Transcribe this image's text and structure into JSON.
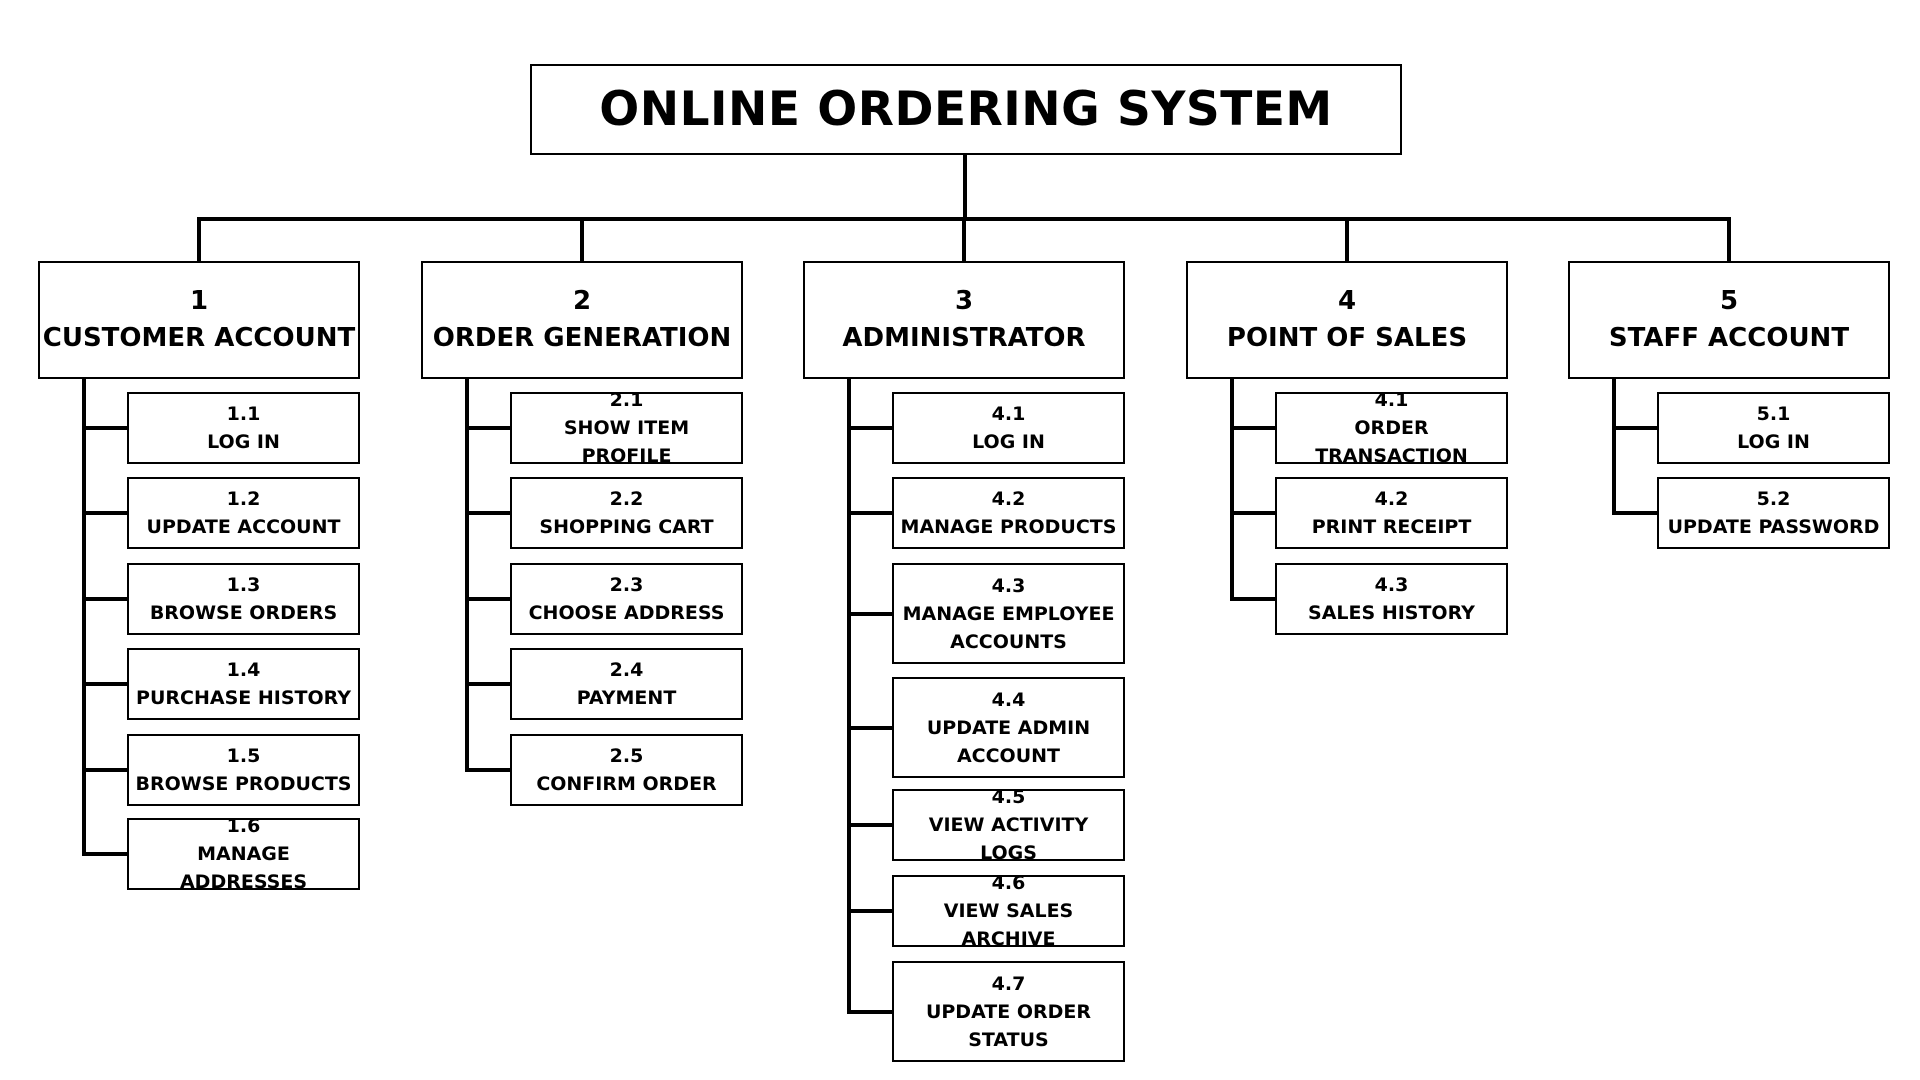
{
  "title": "ONLINE ORDERING SYSTEM",
  "categories": [
    {
      "number": "1",
      "label": "CUSTOMER ACCOUNT",
      "items": [
        {
          "number": "1.1",
          "label": "LOG IN"
        },
        {
          "number": "1.2",
          "label": "UPDATE ACCOUNT"
        },
        {
          "number": "1.3",
          "label": "BROWSE ORDERS"
        },
        {
          "number": "1.4",
          "label": "PURCHASE HISTORY"
        },
        {
          "number": "1.5",
          "label": "BROWSE PRODUCTS"
        },
        {
          "number": "1.6",
          "label": "MANAGE ADDRESSES"
        }
      ]
    },
    {
      "number": "2",
      "label": "ORDER GENERATION",
      "items": [
        {
          "number": "2.1",
          "label": "SHOW ITEM PROFILE"
        },
        {
          "number": "2.2",
          "label": "SHOPPING CART"
        },
        {
          "number": "2.3",
          "label": "CHOOSE ADDRESS"
        },
        {
          "number": "2.4",
          "label": "PAYMENT"
        },
        {
          "number": "2.5",
          "label": "CONFIRM ORDER"
        }
      ]
    },
    {
      "number": "3",
      "label": "ADMINISTRATOR",
      "items": [
        {
          "number": "4.1",
          "label": "LOG IN"
        },
        {
          "number": "4.2",
          "label": "MANAGE PRODUCTS"
        },
        {
          "number": "4.3",
          "label": "MANAGE EMPLOYEE ACCOUNTS"
        },
        {
          "number": "4.4",
          "label": "UPDATE ADMIN ACCOUNT"
        },
        {
          "number": "4.5",
          "label": "VIEW ACTIVITY LOGS"
        },
        {
          "number": "4.6",
          "label": "VIEW SALES ARCHIVE"
        },
        {
          "number": "4.7",
          "label": "UPDATE ORDER STATUS"
        }
      ]
    },
    {
      "number": "4",
      "label": "POINT OF SALES",
      "items": [
        {
          "number": "4.1",
          "label": "ORDER TRANSACTION"
        },
        {
          "number": "4.2",
          "label": "PRINT RECEIPT"
        },
        {
          "number": "4.3",
          "label": "SALES HISTORY"
        }
      ]
    },
    {
      "number": "5",
      "label": "STAFF ACCOUNT",
      "items": [
        {
          "number": "5.1",
          "label": "LOG IN"
        },
        {
          "number": "5.2",
          "label": "UPDATE PASSWORD"
        }
      ]
    }
  ]
}
